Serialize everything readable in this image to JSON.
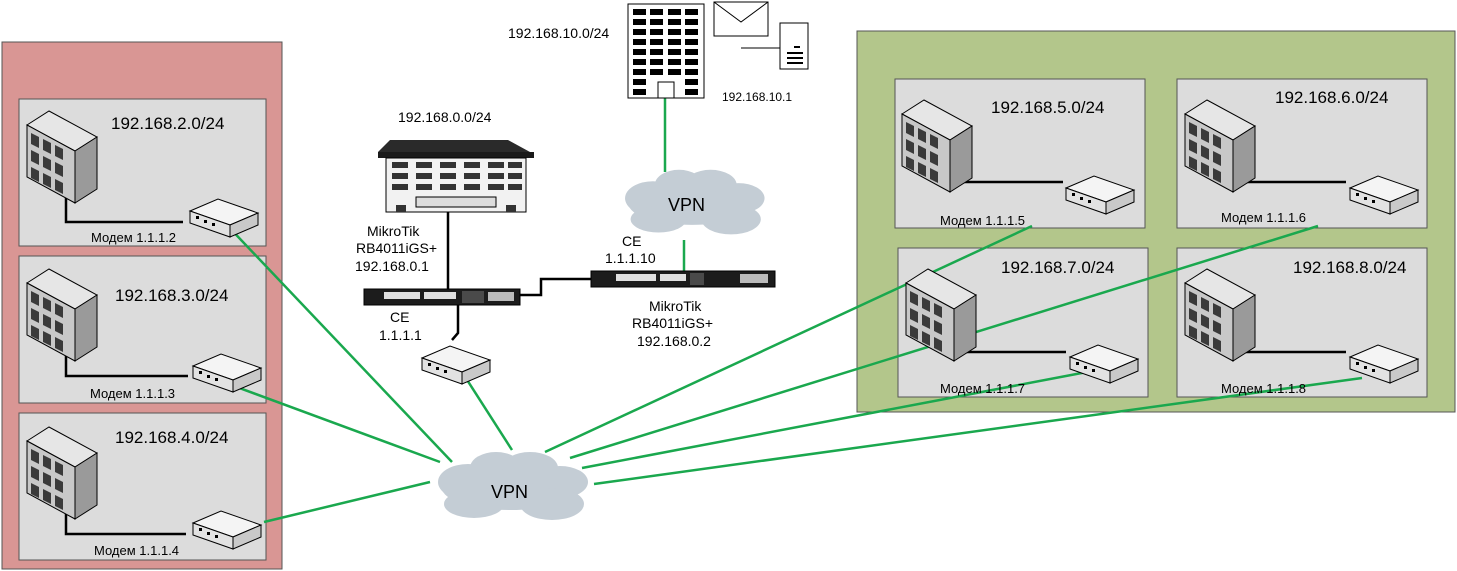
{
  "colors": {
    "left_group_fill": "#d99694",
    "right_group_fill": "#b3c68b",
    "site_box_fill": "#dcdcdc",
    "vpn_link": "#1aa84e",
    "wire": "#000000",
    "cloud_fill": "#c4cdd5"
  },
  "left_sites": [
    {
      "subnet": "192.168.2.0/24",
      "modem": "Модем 1.1.1.2"
    },
    {
      "subnet": "192.168.3.0/24",
      "modem": "Модем 1.1.1.3"
    },
    {
      "subnet": "192.168.4.0/24",
      "modem": "Модем 1.1.1.4"
    }
  ],
  "right_sites": [
    {
      "subnet": "192.168.5.0/24",
      "modem": "Модем 1.1.1.5"
    },
    {
      "subnet": "192.168.6.0/24",
      "modem": "Модем 1.1.1.6"
    },
    {
      "subnet": "192.168.7.0/24",
      "modem": "Модем 1.1.1.7"
    },
    {
      "subnet": "192.168.8.0/24",
      "modem": "Модем 1.1.1.8"
    }
  ],
  "hq": {
    "subnet": "192.168.0.0/24",
    "router1": {
      "vendor": "MikroTik",
      "model": "RB4011iGS+",
      "ip": "192.168.0.1",
      "role": "CE",
      "wan": "1.1.1.1"
    },
    "router2": {
      "vendor": "MikroTik",
      "model": "RB4011iGS+",
      "ip": "192.168.0.2",
      "role": "CE",
      "wan": "1.1.1.10"
    }
  },
  "remote": {
    "subnet": "192.168.10.0/24",
    "server_ip": "192.168.10.1"
  },
  "clouds": {
    "main": "VPN",
    "upper": "VPN"
  },
  "icons": {
    "building": "building-icon",
    "modem": "modem-icon",
    "router": "router-icon",
    "cloud": "cloud-icon",
    "mail": "envelope-icon",
    "server": "server-icon",
    "datacenter": "datacenter-icon"
  }
}
